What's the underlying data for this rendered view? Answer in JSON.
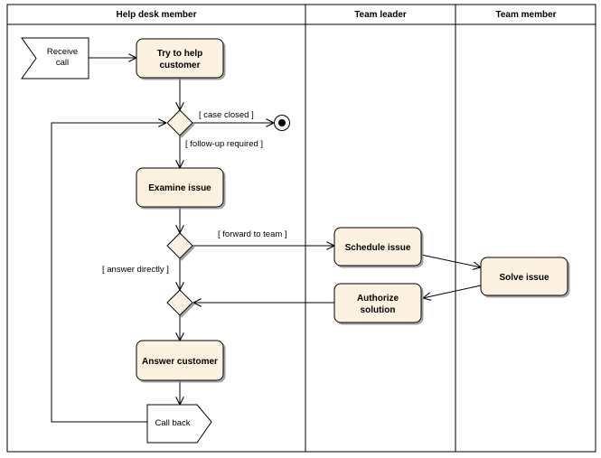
{
  "lanes": {
    "help_desk": "Help desk member",
    "team_leader": "Team leader",
    "team_member": "Team member"
  },
  "events": {
    "receive_call": [
      "Receive",
      "call"
    ],
    "call_back": "Call back"
  },
  "actions": {
    "try_to_help": [
      "Try to help",
      "customer"
    ],
    "examine_issue": "Examine issue",
    "answer_customer": "Answer customer",
    "schedule_issue": "Schedule issue",
    "authorize_solution": [
      "Authorize",
      "solution"
    ],
    "solve_issue": "Solve issue"
  },
  "guards": {
    "case_closed": "[ case closed ]",
    "follow_up": "[ follow-up required ]",
    "forward_to_team": "[ forward to team ]",
    "answer_directly": "[ answer directly ]"
  },
  "colors": {
    "node_fill": "#fdf2e1",
    "stroke": "#000000"
  }
}
